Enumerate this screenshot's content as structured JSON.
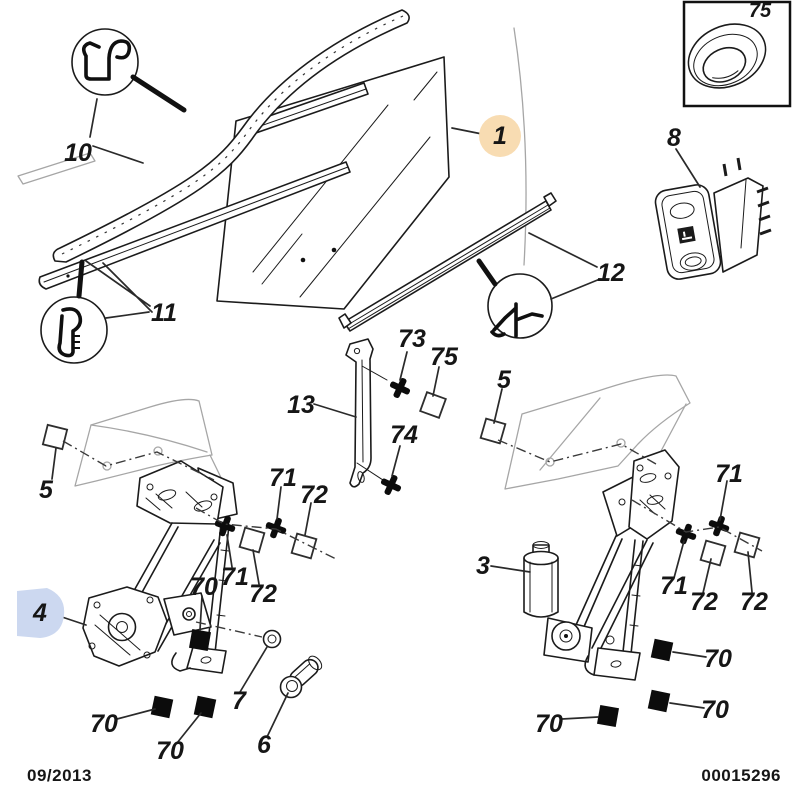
{
  "footer": {
    "date": "09/2013",
    "doc_number": "00015296"
  },
  "callouts": {
    "p1": "1",
    "p3": "3",
    "p4": "4",
    "p5": "5",
    "p6": "6",
    "p7": "7",
    "p8": "8",
    "p10": "10",
    "p11": "11",
    "p12": "12",
    "p13": "13",
    "p70": "70",
    "p71": "71",
    "p72": "72",
    "p73": "73",
    "p74": "74",
    "p75": "75"
  },
  "highlight_colors": {
    "part1": "#f8dcb2",
    "part4": "#ccd8f0"
  },
  "icons": {
    "seal_profile": "seal-cross-section",
    "clip_cross": "fastener-clip-cross",
    "open_square": "fastener-marker-open-square",
    "filled_square": "fastener-marker-filled-square",
    "grommet": "round-grommet-plug"
  }
}
